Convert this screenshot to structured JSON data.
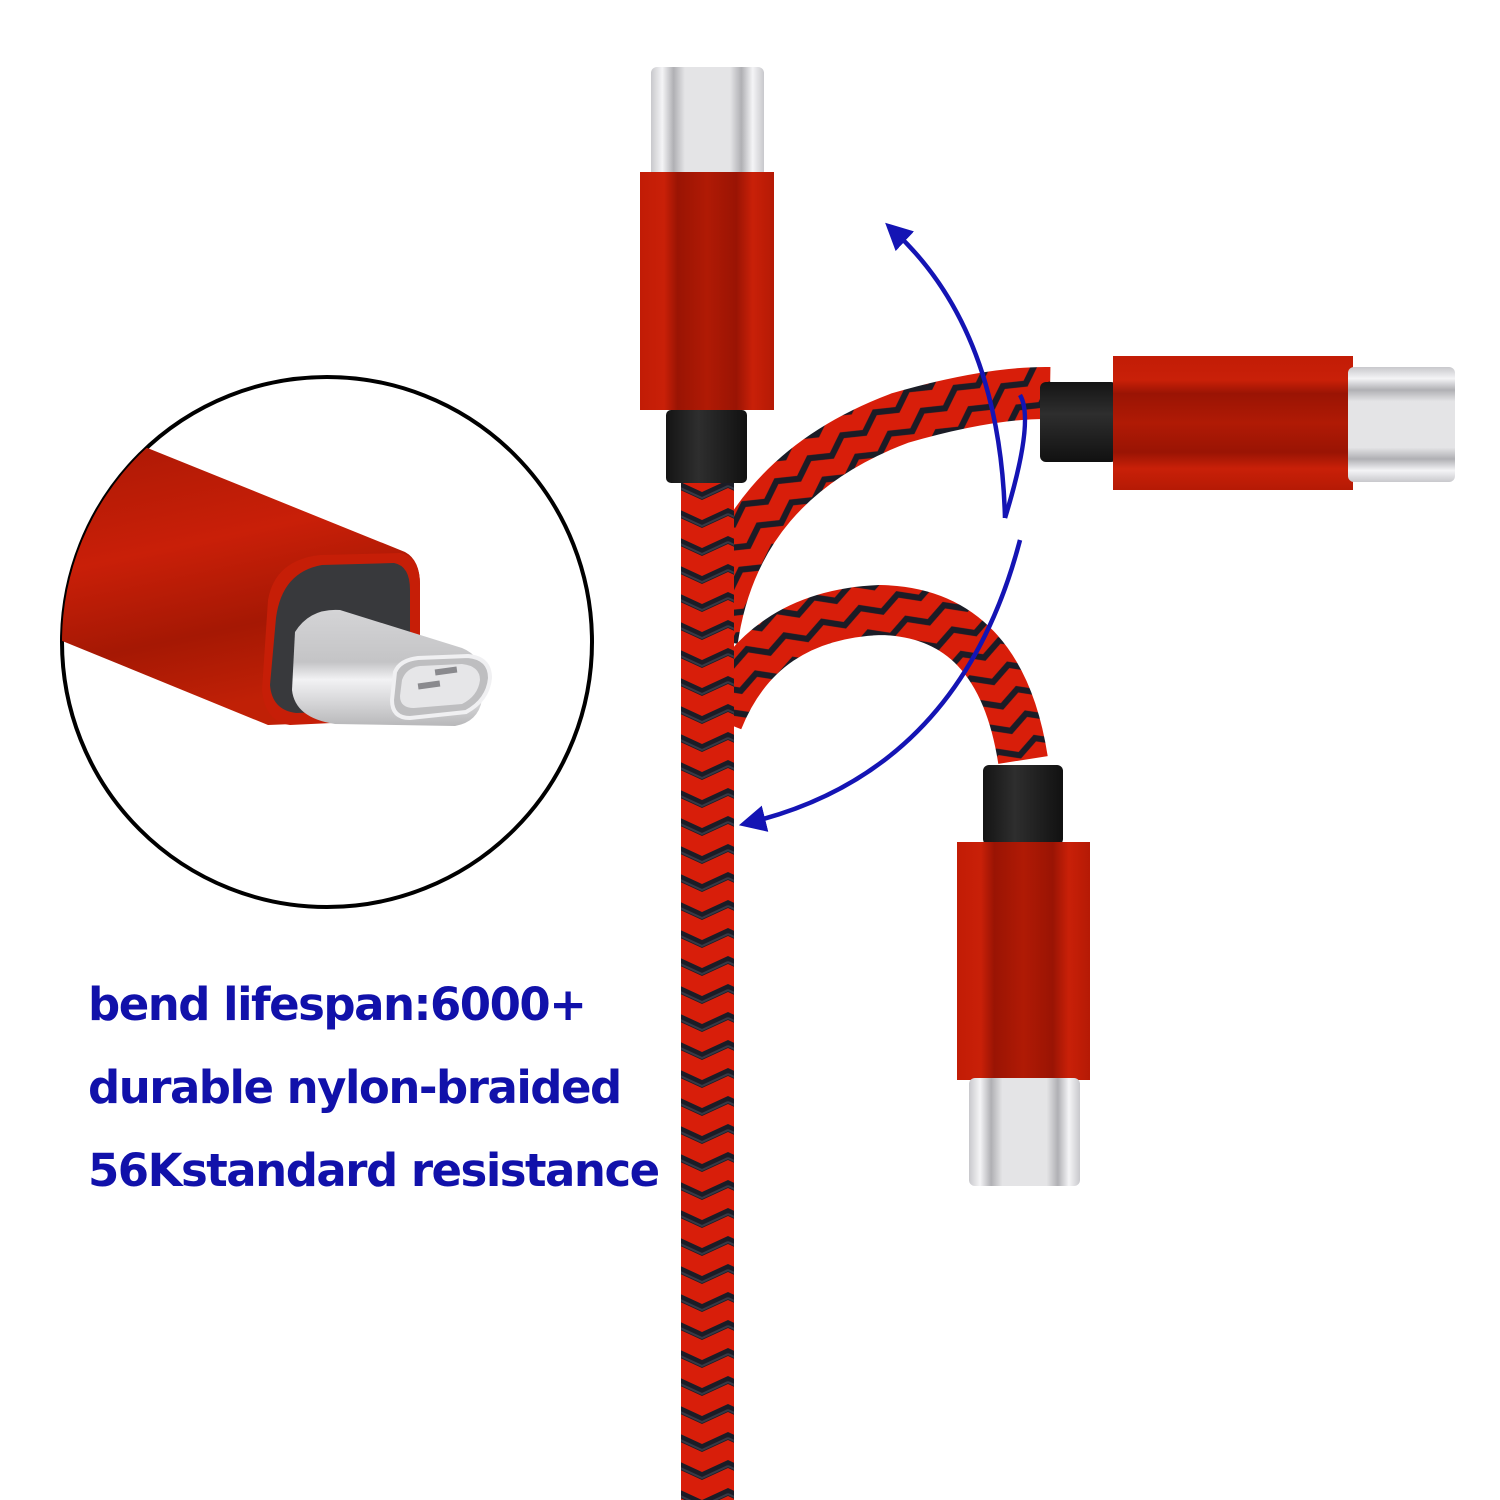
{
  "product": {
    "type": "USB-C braided charging cable",
    "connector": "usb-c-connector-icon",
    "colors": {
      "housing_red": "#b01a05",
      "housing_highlight": "#c92008",
      "braid_red": "#d81e0a",
      "braid_black": "#1b1c26",
      "strain_relief": "#1e1e1e",
      "plug_metal": "#e2e2e4",
      "arrow_blue": "#1414b4",
      "text_blue": "#1111aa",
      "circle_outline": "#000000"
    }
  },
  "features": [
    {
      "label": "bend lifespan:6000+"
    },
    {
      "label": "durable nylon-braided"
    },
    {
      "label": "56Kstandard resistance"
    }
  ],
  "illustration": {
    "connectors": [
      {
        "name": "top-connector",
        "orientation": "up"
      },
      {
        "name": "right-connector",
        "orientation": "right"
      },
      {
        "name": "bottom-connector",
        "orientation": "down"
      }
    ],
    "arrows": [
      {
        "name": "bend-arrow-up",
        "direction": "up-left"
      },
      {
        "name": "bend-arrow-down",
        "direction": "down-left"
      }
    ],
    "inset": {
      "name": "connector-closeup",
      "shape": "circle"
    }
  }
}
